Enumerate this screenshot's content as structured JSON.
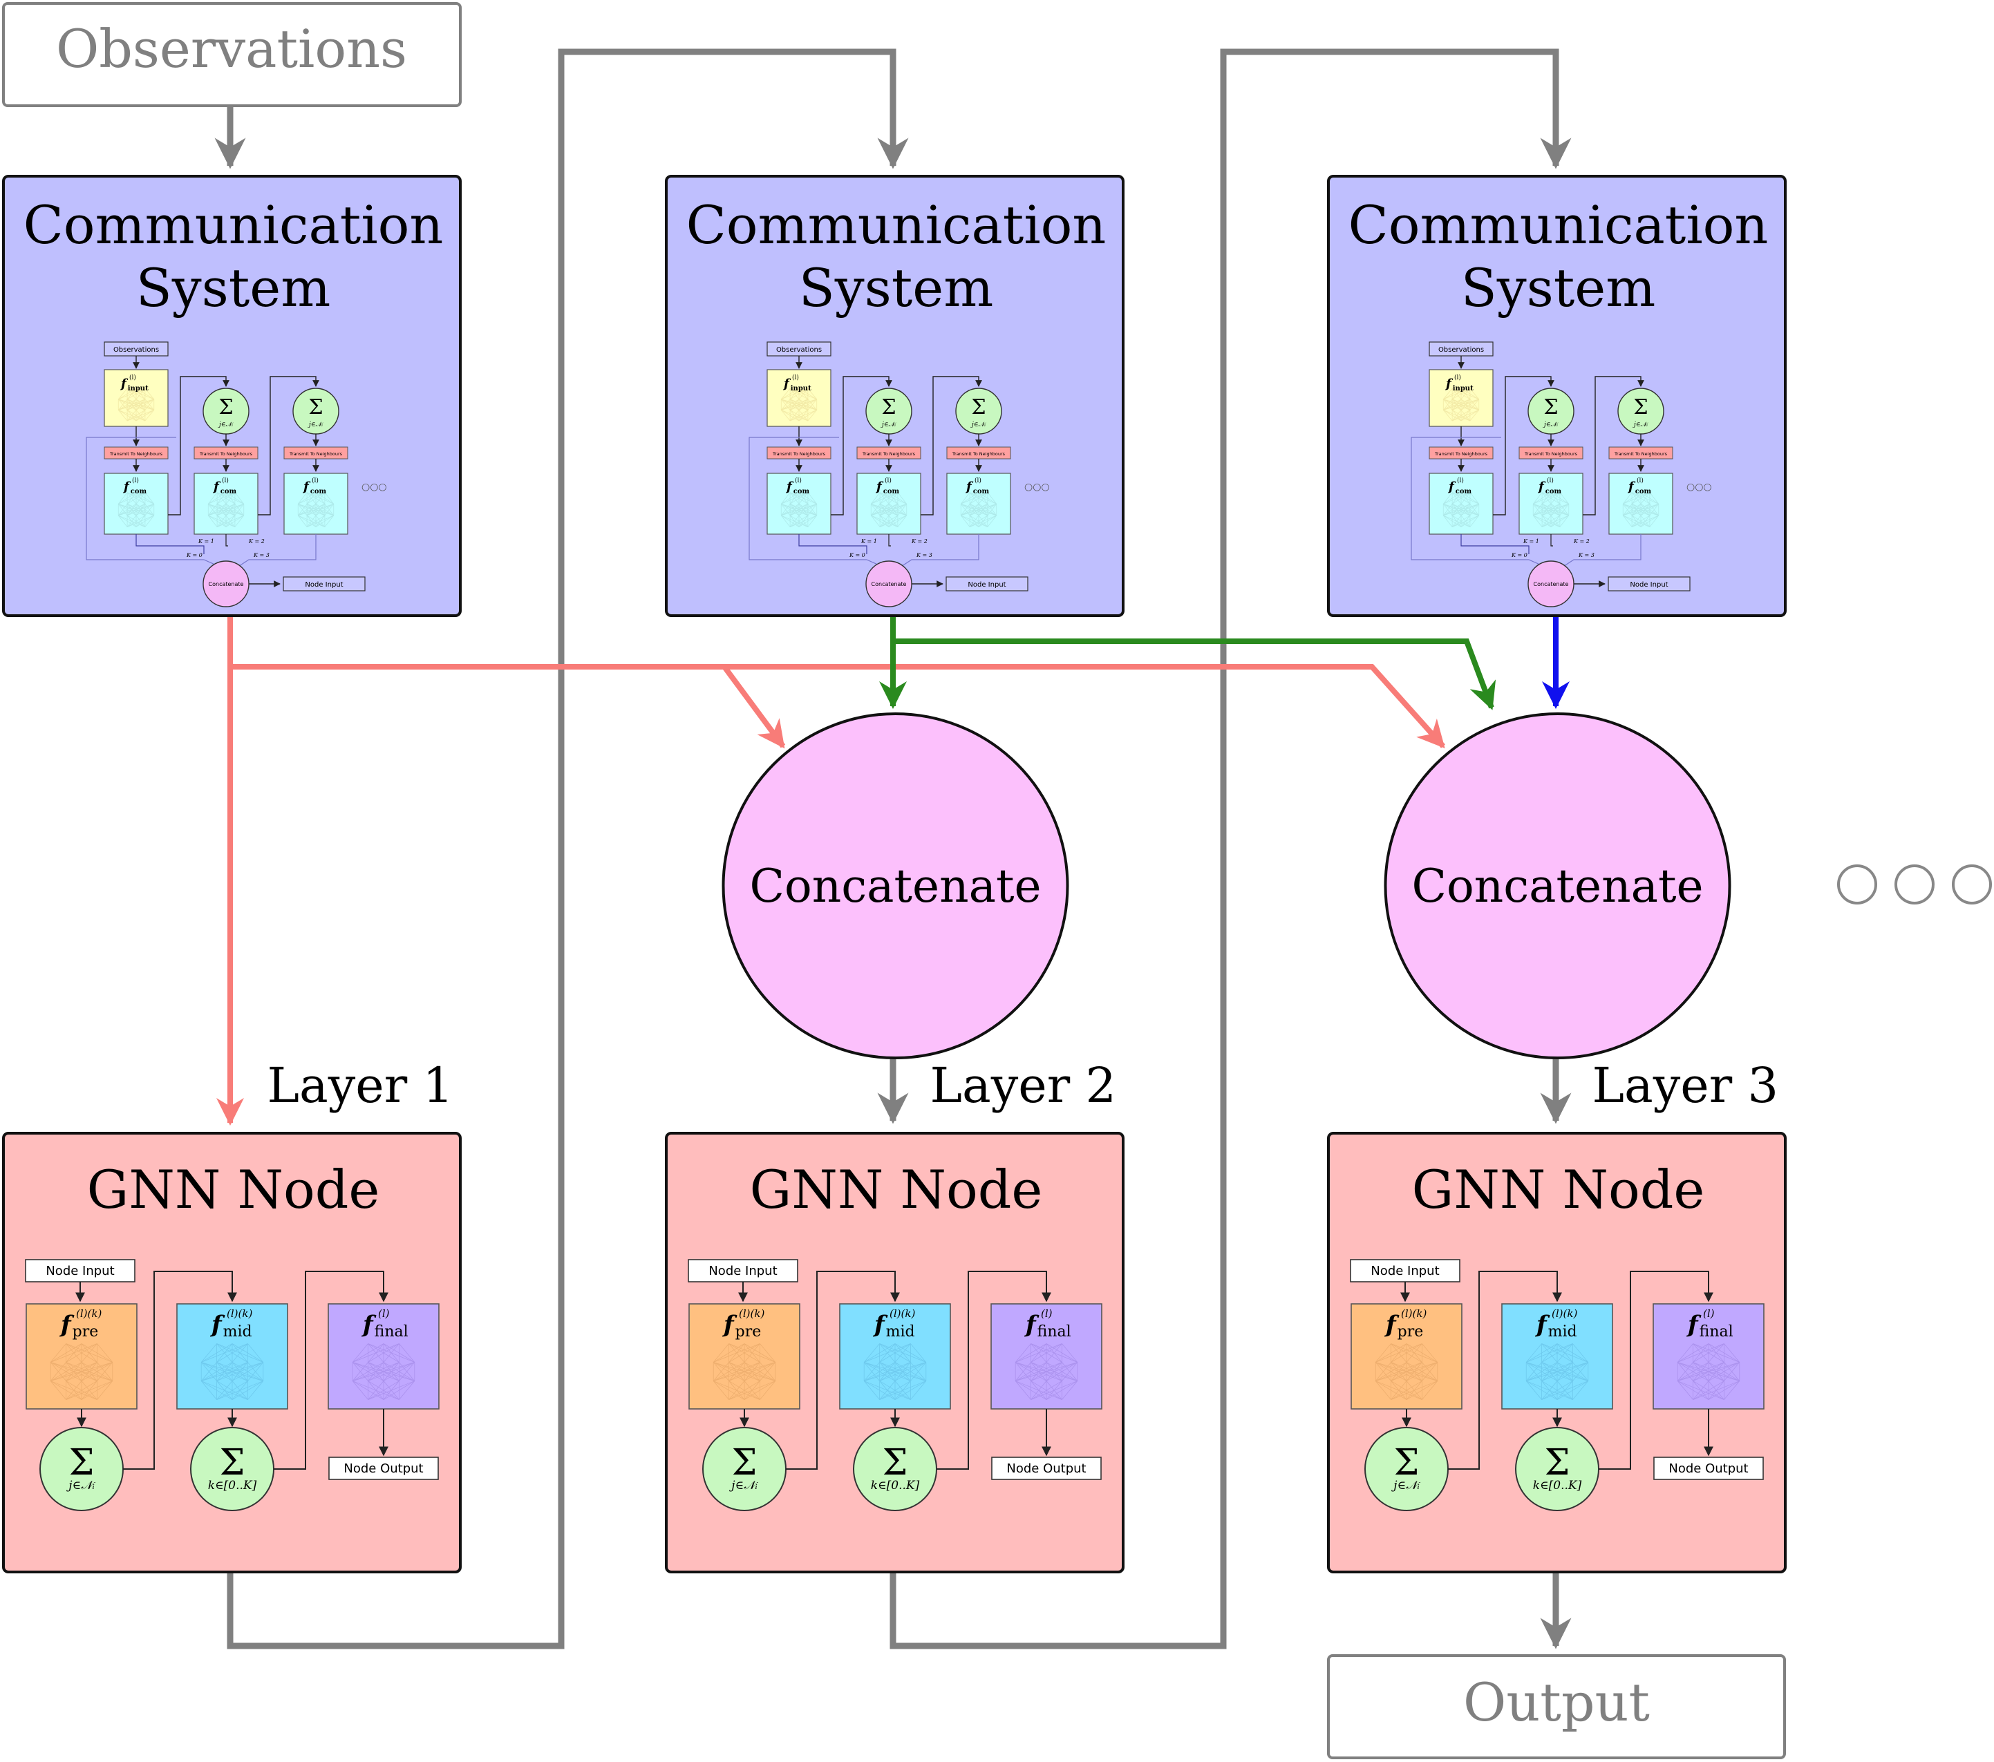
{
  "observations_label": "Observations",
  "output_label": "Output",
  "layers": [
    {
      "layer_label": "Layer 1",
      "comm_title_1": "Communication",
      "comm_title_2": "System",
      "concat_label": "",
      "gnn_title": "GNN Node"
    },
    {
      "layer_label": "Layer 2",
      "comm_title_1": "Communication",
      "comm_title_2": "System",
      "concat_label": "Concatenate",
      "gnn_title": "GNN Node"
    },
    {
      "layer_label": "Layer 3",
      "comm_title_1": "Communication",
      "comm_title_2": "System",
      "concat_label": "Concatenate",
      "gnn_title": "GNN Node"
    }
  ],
  "comm_inner": {
    "observations": "Observations",
    "f_input": "f",
    "f_input_sup": "(l)",
    "f_input_sub": "input",
    "sum": "Σ",
    "sum_sub": "j∈𝒩ᵢ",
    "transmit": "Transmit To Neighbours",
    "f_com": "f",
    "f_com_sup": "(l)",
    "f_com_sub": "com",
    "k_labels": [
      "K = 0",
      "K = 1",
      "K = 2",
      "K = 3"
    ],
    "concatenate": "Concatenate",
    "node_input": "Node Input",
    "ellipsis": "○○○"
  },
  "gnn_inner": {
    "node_input": "Node Input",
    "node_output": "Node Output",
    "f_pre": {
      "f": "f",
      "sup": "(l)(k)",
      "sub": "pre"
    },
    "f_mid": {
      "f": "f",
      "sup": "(l)(k)",
      "sub": "mid"
    },
    "f_final": {
      "f": "f",
      "sup": "(l)",
      "sub": "final"
    },
    "sum1": {
      "sym": "Σ",
      "sub": "j∈𝒩ᵢ"
    },
    "sum2": {
      "sym": "Σ",
      "sub": "k∈[0..K]"
    }
  },
  "colors": {
    "comm_fill": "#bfbffe",
    "concat_fill": "#fcc0fc",
    "gnn_fill": "#ffbdbd",
    "flow_gray": "#808080",
    "layer1_feed": "#f87c78",
    "layer2_feed": "#2a8a1e",
    "layer3_feed": "#1010ee",
    "f_input_fill": "#ffffc0",
    "f_com_fill": "#bfffff",
    "sum_fill": "#c8f8c0",
    "transmit_fill": "#ffa0a0",
    "f_pre_fill": "#ffc080",
    "f_mid_fill": "#80dfff",
    "f_final_fill": "#c0a8ff"
  }
}
